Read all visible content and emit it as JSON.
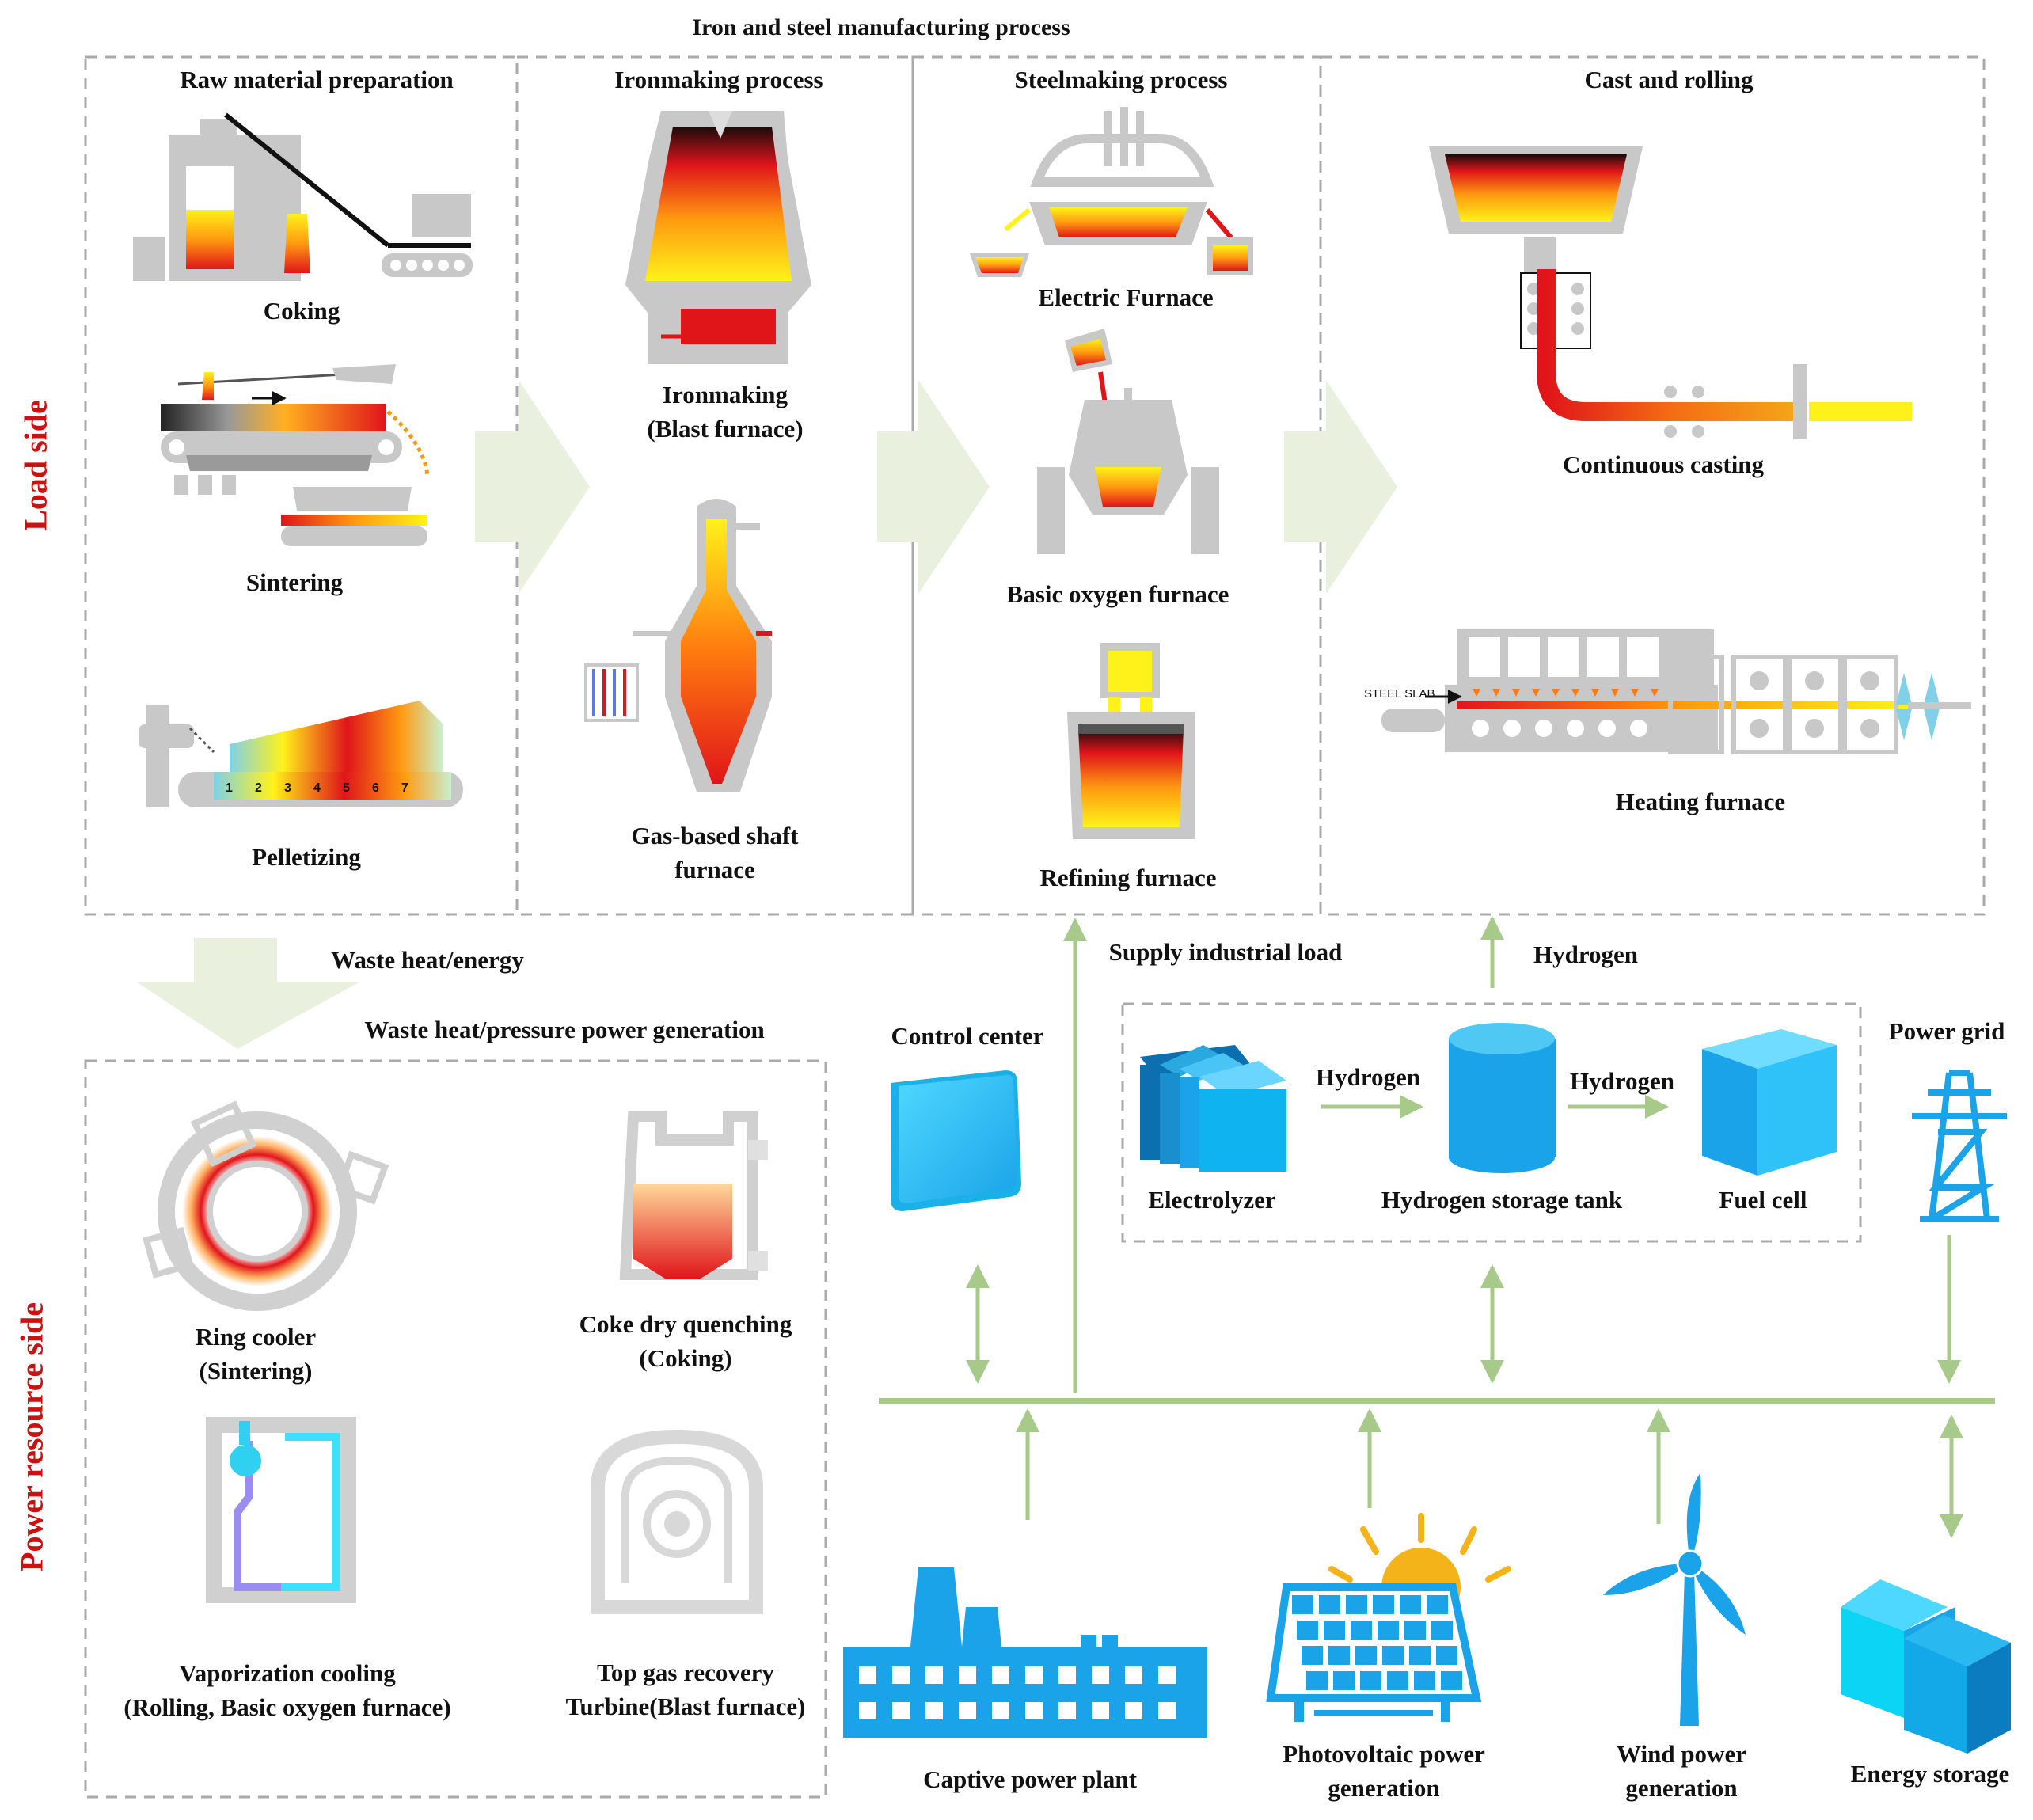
{
  "title": "Iron and steel manufacturing process",
  "sides": {
    "load": "Load side",
    "power": "Power resource side"
  },
  "stages": {
    "raw": "Raw material preparation",
    "ironmaking": "Ironmaking process",
    "steelmaking": "Steelmaking process",
    "cast": "Cast and rolling"
  },
  "equipment": {
    "coking": "Coking",
    "sintering": "Sintering",
    "pelletizing": "Pelletizing",
    "ironmaking_l1": "Ironmaking",
    "ironmaking_l2": "(Blast furnace)",
    "shaft_l1": "Gas-based shaft",
    "shaft_l2": "furnace",
    "electric": "Electric Furnace",
    "bof": "Basic oxygen furnace",
    "refining": "Refining furnace",
    "continuous": "Continuous casting",
    "heating": "Heating furnace",
    "steel_slab": "STEEL SLAB",
    "pellet_numbers": [
      "1",
      "2",
      "3",
      "4",
      "5",
      "6",
      "7"
    ]
  },
  "flows": {
    "waste_heat": "Waste heat/energy",
    "waste_gen": "Waste heat/pressure power generation",
    "supply": "Supply industrial load",
    "hydrogen_up": "Hydrogen",
    "h2_a": "Hydrogen",
    "h2_b": "Hydrogen"
  },
  "waste": {
    "ring_l1": "Ring cooler",
    "ring_l2": "(Sintering)",
    "cdq_l1": "Coke dry quenching",
    "cdq_l2": "(Coking)",
    "vap_l1": "Vaporization cooling",
    "vap_l2": "(Rolling, Basic oxygen furnace)",
    "trt_l1": "Top gas recovery",
    "trt_l2": "Turbine(Blast furnace)"
  },
  "power": {
    "control": "Control center",
    "electrolyzer": "Electrolyzer",
    "tank": "Hydrogen storage tank",
    "fuelcell": "Fuel cell",
    "grid": "Power grid",
    "captive": "Captive power plant",
    "pv_l1": "Photovoltaic power",
    "pv_l2": "generation",
    "wind_l1": "Wind power",
    "wind_l2": "generation",
    "storage": "Energy storage"
  },
  "colors": {
    "dash": "#aaaaaa",
    "flow_arrow": "#e9f0de",
    "line": "#a7c98a",
    "accent_red": "#cc1111",
    "icon_blue": "#1aa3e8",
    "equipment_gray": "#c8c8c8"
  }
}
